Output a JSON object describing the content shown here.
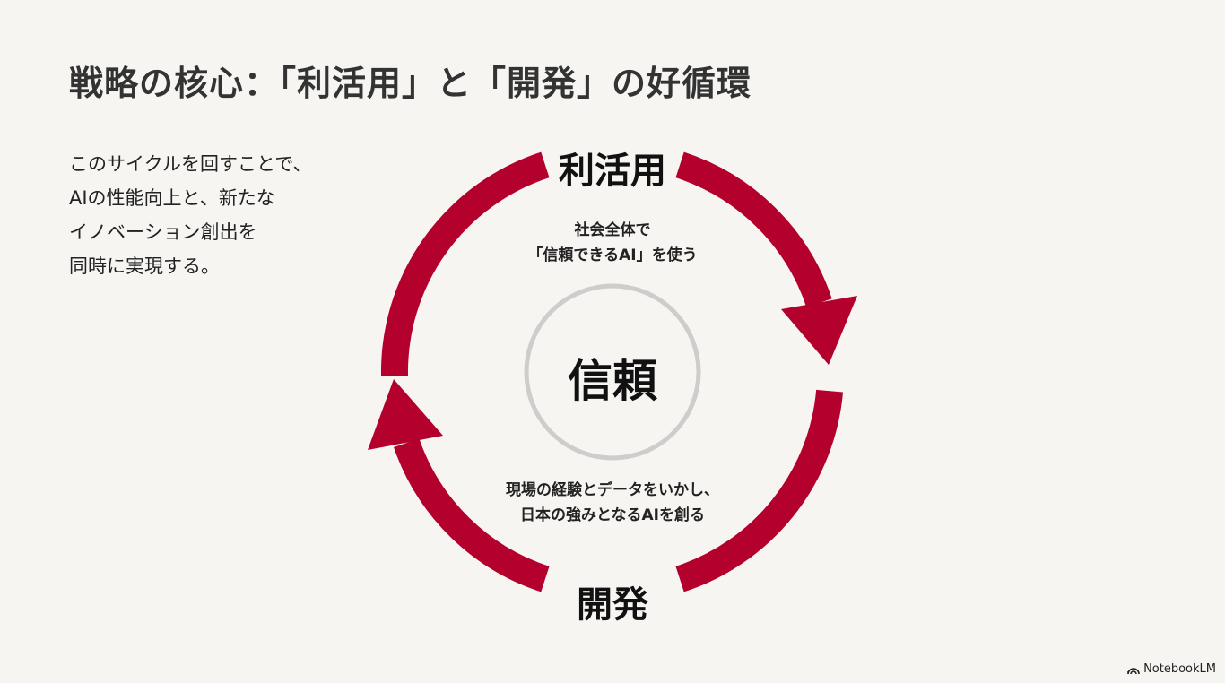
{
  "title": "戦略の核心：「利活用」と「開発」の好循環",
  "description": [
    "このサイクルを回すことで、",
    "AIの性能向上と、新たな",
    "イノベーション創出を",
    "同時に実現する。"
  ],
  "cycle": {
    "top_label": "利活用",
    "top_caption": [
      "社会全体で",
      "「信頼できるAI」を使う"
    ],
    "center_label": "信頼",
    "bottom_caption": [
      "現場の経験とデータをいかし、",
      "日本の強みとなるAIを創る"
    ],
    "bottom_label": "開発"
  },
  "colors": {
    "accent": "#b3002d",
    "ring": "#cfcccb",
    "background": "#f6f5f2"
  },
  "logo": {
    "text": "NotebookLM",
    "icon": "notebooklm-logo-icon"
  }
}
